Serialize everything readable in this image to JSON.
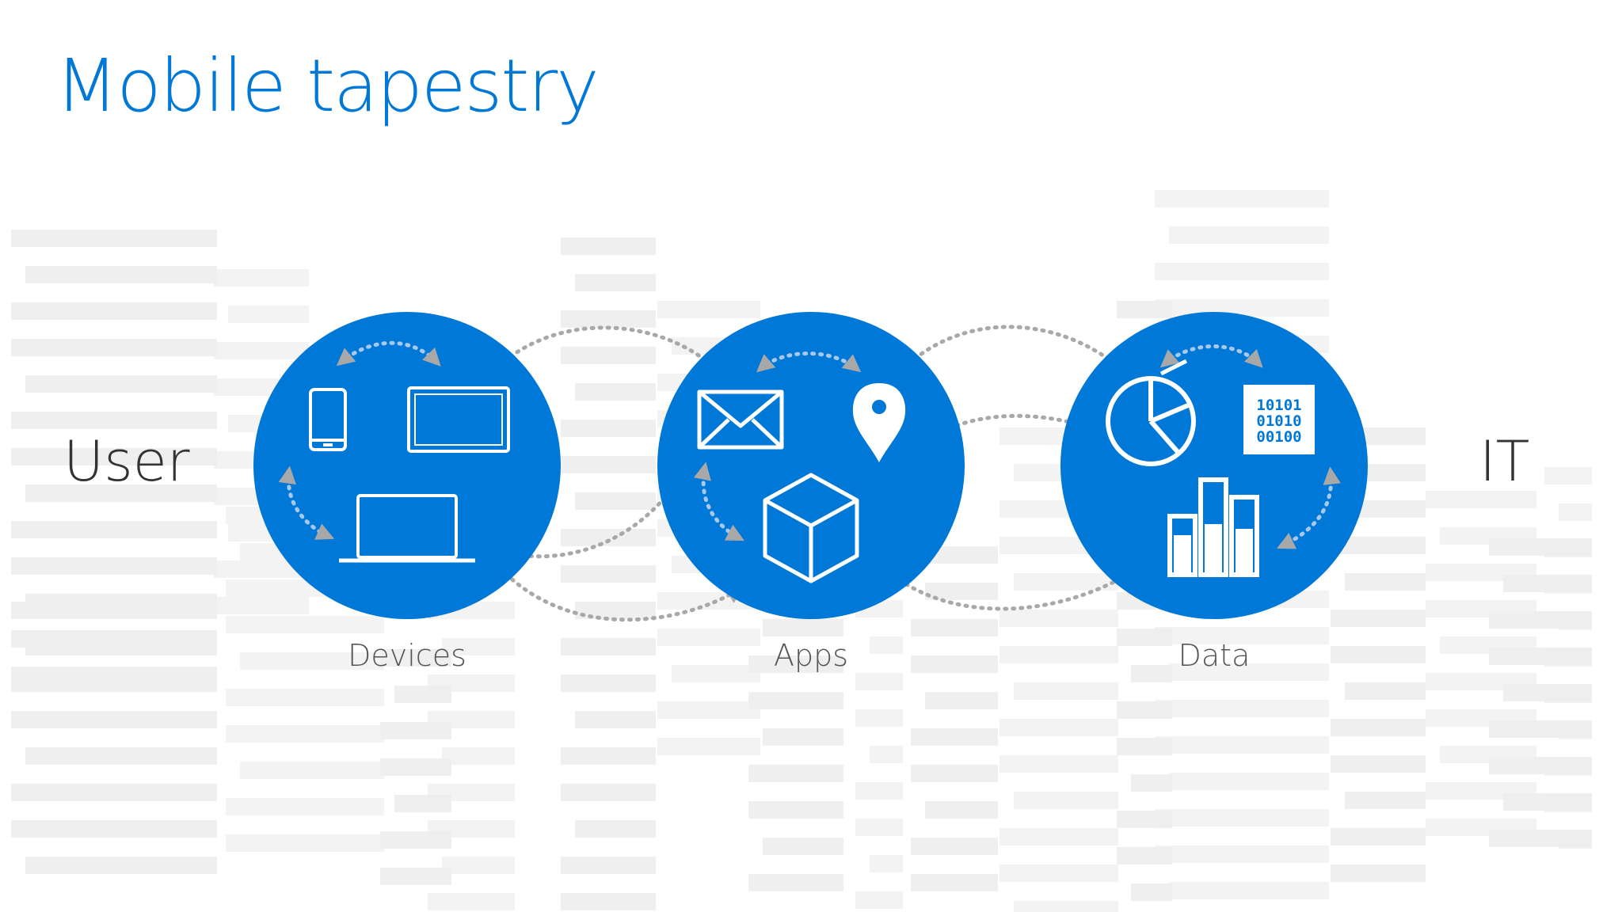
{
  "slide": {
    "title": "Mobile tapestry"
  },
  "endpoints": {
    "left": "User",
    "right": "IT"
  },
  "nodes": [
    {
      "label": "Devices",
      "icons": [
        "smartphone-icon",
        "tablet-icon",
        "laptop-icon"
      ]
    },
    {
      "label": "Apps",
      "icons": [
        "mail-icon",
        "location-pin-icon",
        "box-icon"
      ]
    },
    {
      "label": "Data",
      "icons": [
        "pie-chart-icon",
        "binary-data-icon",
        "bar-chart-icon"
      ]
    }
  ],
  "binary_text": [
    "10101",
    "01010",
    "00100"
  ],
  "colors": {
    "accent": "#0078d7",
    "circle": "#0078d7",
    "arrows": "#a8a8a8",
    "background_bars": "#eeeeee",
    "text": "#333333"
  }
}
